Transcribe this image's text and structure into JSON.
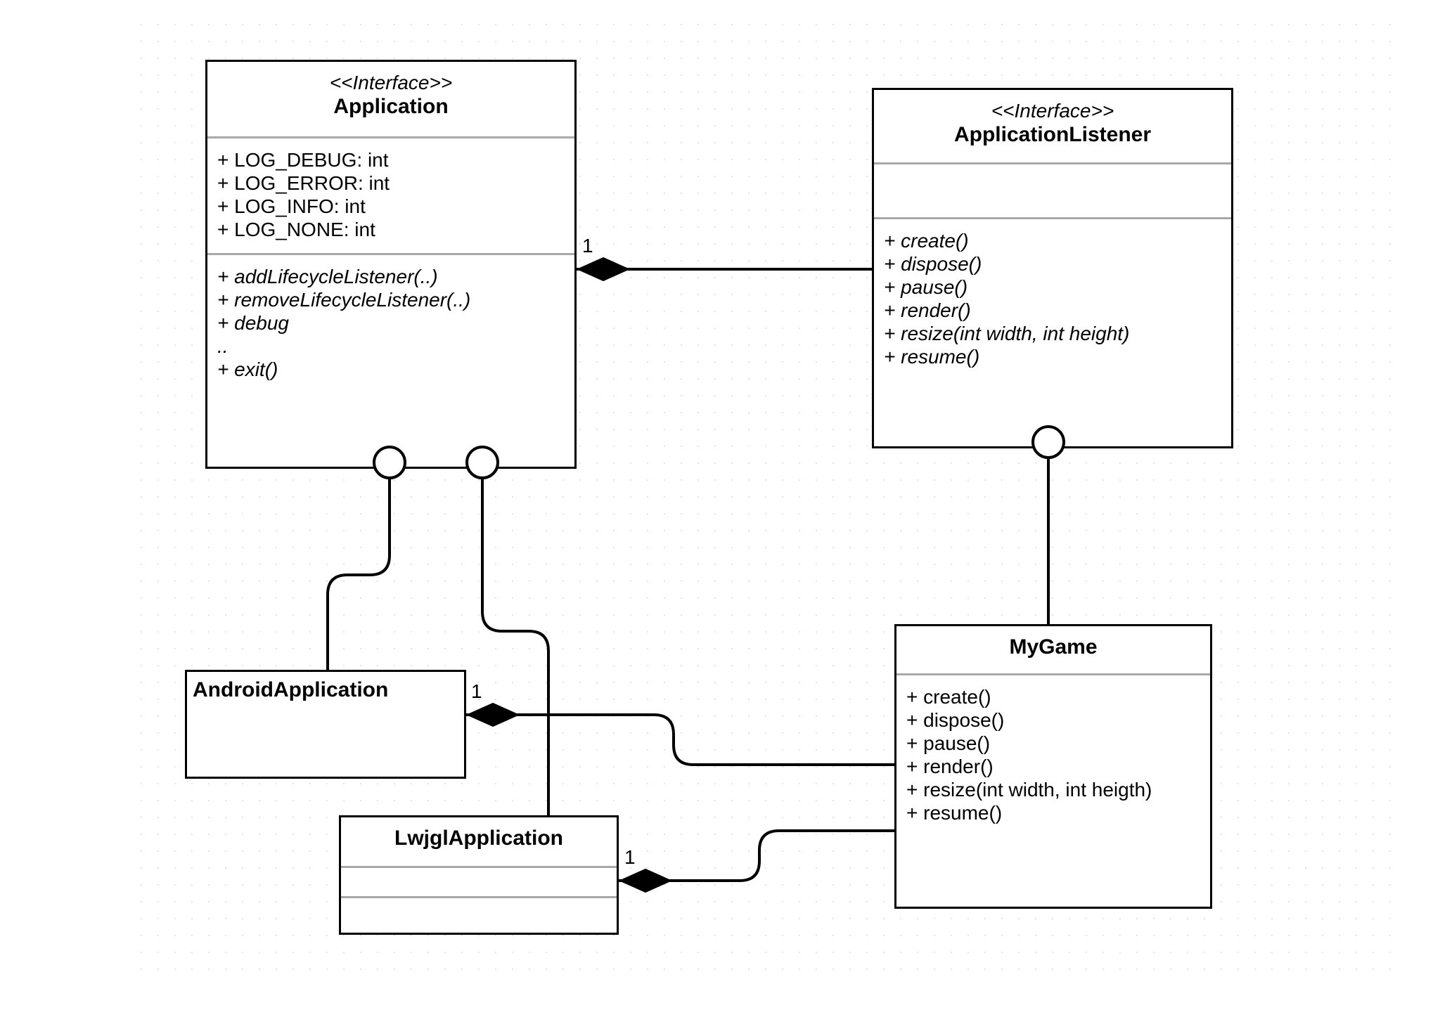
{
  "diagram": {
    "title": "libGDX Application UML class diagram",
    "type": "uml-class-diagram",
    "background": "#ffffff",
    "grid_dot_color": "#e2e2e2",
    "line_color": "#000000",
    "separator_color": "#a8a8a8"
  },
  "classes": [
    {
      "id": "application",
      "stereotype": "<<Interface>>",
      "name": "Application",
      "attributes": [
        "+ LOG_DEBUG: int",
        "+ LOG_ERROR: int",
        "+ LOG_INFO: int",
        "+ LOG_NONE: int"
      ],
      "operations": [
        "+ addLifecycleListener(..)",
        "+ removeLifecycleListener(..)",
        "+ debug",
        "..",
        "+ exit()"
      ]
    },
    {
      "id": "application-listener",
      "stereotype": "<<Interface>>",
      "name": "ApplicationListener",
      "attributes": [],
      "operations": [
        "+ create()",
        "+ dispose()",
        "+ pause()",
        "+ render()",
        "+ resize(int width, int height)",
        "+ resume()"
      ]
    },
    {
      "id": "android-application",
      "stereotype": "",
      "name": "AndroidApplication",
      "attributes": [],
      "operations": []
    },
    {
      "id": "lwjgl-application",
      "stereotype": "",
      "name": "LwjglApplication",
      "attributes": [],
      "operations": []
    },
    {
      "id": "my-game",
      "stereotype": "",
      "name": "MyGame",
      "attributes": [],
      "operations": [
        "+ create()",
        "+ dispose()",
        "+ pause()",
        "+ render()",
        "+ resize(int width, int heigth)",
        "+ resume()"
      ]
    }
  ],
  "relationships": [
    {
      "id": "application-to-listener",
      "kind": "composition",
      "from": "application",
      "to": "application-listener",
      "source_multiplicity": "1"
    },
    {
      "id": "android-application-to-mygame",
      "kind": "composition",
      "from": "android-application",
      "to": "my-game",
      "source_multiplicity": "1"
    },
    {
      "id": "lwjgl-application-to-mygame",
      "kind": "composition",
      "from": "lwjgl-application",
      "to": "my-game",
      "source_multiplicity": "1"
    },
    {
      "id": "android-application-realizes-application",
      "kind": "realization-lollipop",
      "from": "android-application",
      "to": "application"
    },
    {
      "id": "lwjgl-application-realizes-application",
      "kind": "realization-lollipop",
      "from": "lwjgl-application",
      "to": "application"
    },
    {
      "id": "mygame-realizes-listener",
      "kind": "realization-lollipop",
      "from": "my-game",
      "to": "application-listener"
    }
  ],
  "multiplicity_labels": [
    {
      "id": "mult-application",
      "text": "1"
    },
    {
      "id": "mult-android",
      "text": "1"
    },
    {
      "id": "mult-lwjgl",
      "text": "1"
    }
  ]
}
